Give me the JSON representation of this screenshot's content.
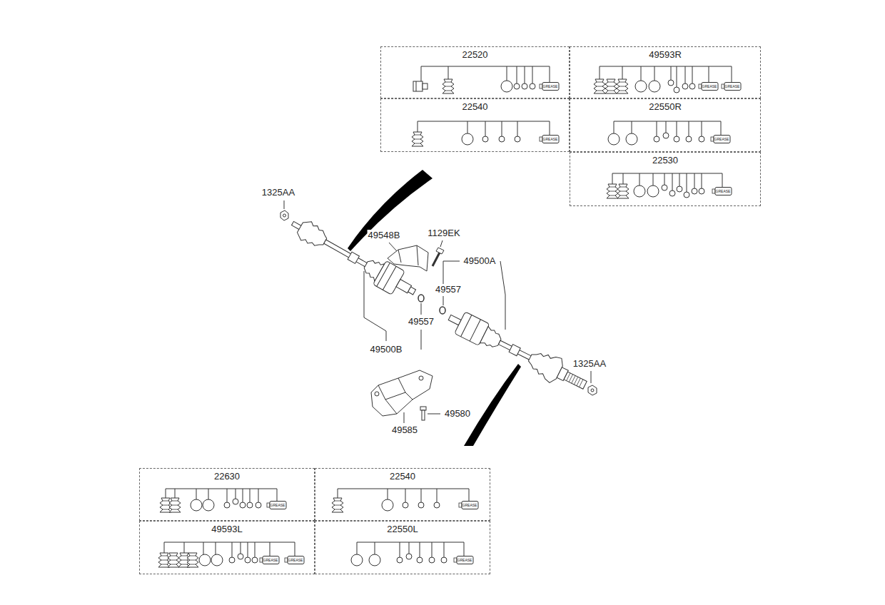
{
  "diagram": {
    "nodes": [
      {
        "text": [
          "22520"
        ]
      },
      {
        "text": [
          "49593R"
        ]
      },
      {
        "text": [
          "22540"
        ]
      },
      {
        "text": [
          "22550R"
        ]
      },
      {
        "text": [
          "22530"
        ]
      },
      {
        "text": [
          "22630"
        ]
      },
      {
        "text": [
          "22540"
        ]
      },
      {
        "text": [
          "49593L"
        ]
      },
      {
        "text": [
          "22550L"
        ]
      }
    ],
    "edges": [],
    "labels": [
      "1325AA",
      "49548B",
      "1129EK",
      "49500A",
      "49557",
      "49557",
      "49500B",
      "1325AA",
      "49580",
      "49585",
      "GREASE",
      "GREASE",
      "GREASE",
      "GREASE",
      "GREASE",
      "GREASE",
      "GREASE",
      "GREASE",
      "GREASE",
      "GREASE",
      "GREASE"
    ]
  }
}
